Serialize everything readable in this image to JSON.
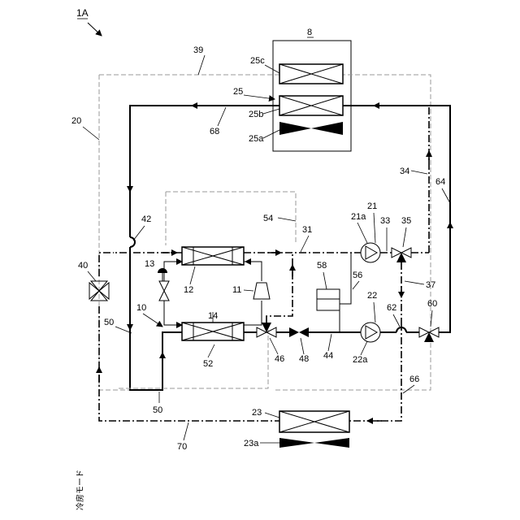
{
  "figure": {
    "title_label": "1A",
    "mode_text": "冷房モード"
  },
  "labels": {
    "l8": "8",
    "l39": "39",
    "l25c": "25c",
    "l25": "25",
    "l25b": "25b",
    "l25a": "25a",
    "l20": "20",
    "l68": "68",
    "l34": "34",
    "l64": "64",
    "l42": "42",
    "l54": "54",
    "l31": "31",
    "l21a": "21a",
    "l21": "21",
    "l33": "33",
    "l35": "35",
    "l58": "58",
    "l56": "56",
    "l37": "37",
    "l40": "40",
    "l13": "13",
    "l12": "12",
    "l11": "11",
    "l10": "10",
    "l14": "14",
    "l22": "22",
    "l62": "62",
    "l60": "60",
    "l50a": "50",
    "l46": "46",
    "l48": "48",
    "l44": "44",
    "l22a": "22a",
    "l52": "52",
    "l66": "66",
    "l50b": "50",
    "l23": "23",
    "l23a": "23a",
    "l70": "70"
  },
  "colors": {
    "line": "#000000",
    "dashed_boundary": "#999999",
    "background": "#ffffff"
  }
}
